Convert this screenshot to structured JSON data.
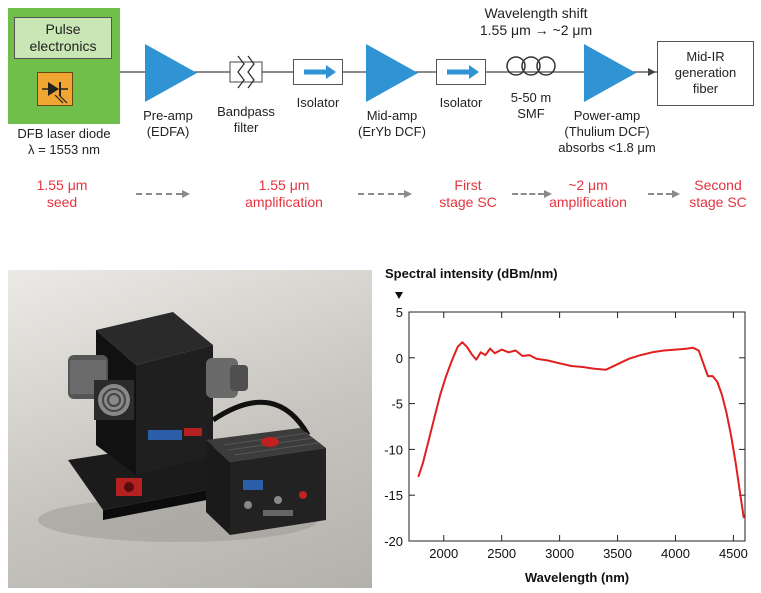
{
  "diagram": {
    "laser": {
      "pulse_label": "Pulse\nelectronics",
      "caption_line1": "DFB laser diode",
      "caption_line2": "λ = 1553 nm"
    },
    "preamp": {
      "line1": "Pre-amp",
      "line2": "(EDFA)"
    },
    "bandpass": {
      "line1": "Bandpass",
      "line2": "filter"
    },
    "isolator1": {
      "label": "Isolator"
    },
    "midamp": {
      "line1": "Mid-amp",
      "line2": "(ErYb DCF)"
    },
    "isolator2": {
      "label": "Isolator"
    },
    "wavelength_shift": {
      "line1": "Wavelength shift",
      "line2": "1.55 μm → ~2 μm"
    },
    "smf": {
      "line1": "5-50 m",
      "line2": "SMF"
    },
    "poweramp": {
      "line1": "Power-amp",
      "line2": "(Thulium DCF)",
      "line3": "absorbs <1.8 μm"
    },
    "fiber": {
      "label": "Mid-IR\ngeneration\nfiber"
    },
    "stages": [
      {
        "line1": "1.55 μm",
        "line2": "seed"
      },
      {
        "line1": "1.55 μm",
        "line2": "amplification"
      },
      {
        "line1": "First",
        "line2": "stage SC"
      },
      {
        "line1": "~2 μm",
        "line2": "amplification"
      },
      {
        "line1": "Second",
        "line2": "stage SC"
      }
    ],
    "colors": {
      "amplifier": "#2f93d4",
      "laser_box": "#6fbf4a",
      "pulse_box": "#c9e6b5",
      "diode_box": "#f0a630",
      "stage_text": "#e3343f",
      "dashed_arrow": "#8a8a8a"
    }
  },
  "chart_data": {
    "type": "line",
    "title": "Spectral intensity (dBm/nm)",
    "xlabel": "Wavelength (nm)",
    "ylabel": "",
    "xlim": [
      1700,
      4600
    ],
    "ylim": [
      -20,
      5
    ],
    "xticks": [
      2000,
      2500,
      3000,
      3500,
      4000,
      4500
    ],
    "yticks": [
      5,
      0,
      -5,
      -10,
      -15,
      -20
    ],
    "grid": false,
    "series": [
      {
        "color": "#e02020",
        "x": [
          1780,
          1820,
          1870,
          1920,
          1970,
          2020,
          2070,
          2120,
          2160,
          2200,
          2240,
          2280,
          2320,
          2360,
          2400,
          2440,
          2500,
          2560,
          2620,
          2680,
          2740,
          2800,
          2900,
          3000,
          3100,
          3200,
          3300,
          3400,
          3500,
          3600,
          3700,
          3800,
          3900,
          4000,
          4100,
          4150,
          4200,
          4240,
          4280,
          4320,
          4360,
          4400,
          4440,
          4480,
          4520,
          4560,
          4590
        ],
        "y": [
          -13,
          -11.5,
          -9,
          -6.5,
          -4,
          -2,
          -0.3,
          1.2,
          1.7,
          1.2,
          0.4,
          -0.2,
          0.6,
          0.3,
          1.0,
          0.5,
          0.9,
          0.6,
          0.8,
          0.2,
          0.3,
          -0.1,
          -0.3,
          -0.6,
          -0.9,
          -1.0,
          -1.2,
          -1.3,
          -0.7,
          -0.1,
          0.3,
          0.6,
          0.8,
          0.9,
          1.0,
          1.1,
          0.8,
          -0.6,
          -2.0,
          -2.0,
          -2.6,
          -4.0,
          -6.0,
          -8.5,
          -11.5,
          -15.0,
          -17.5
        ]
      }
    ]
  }
}
